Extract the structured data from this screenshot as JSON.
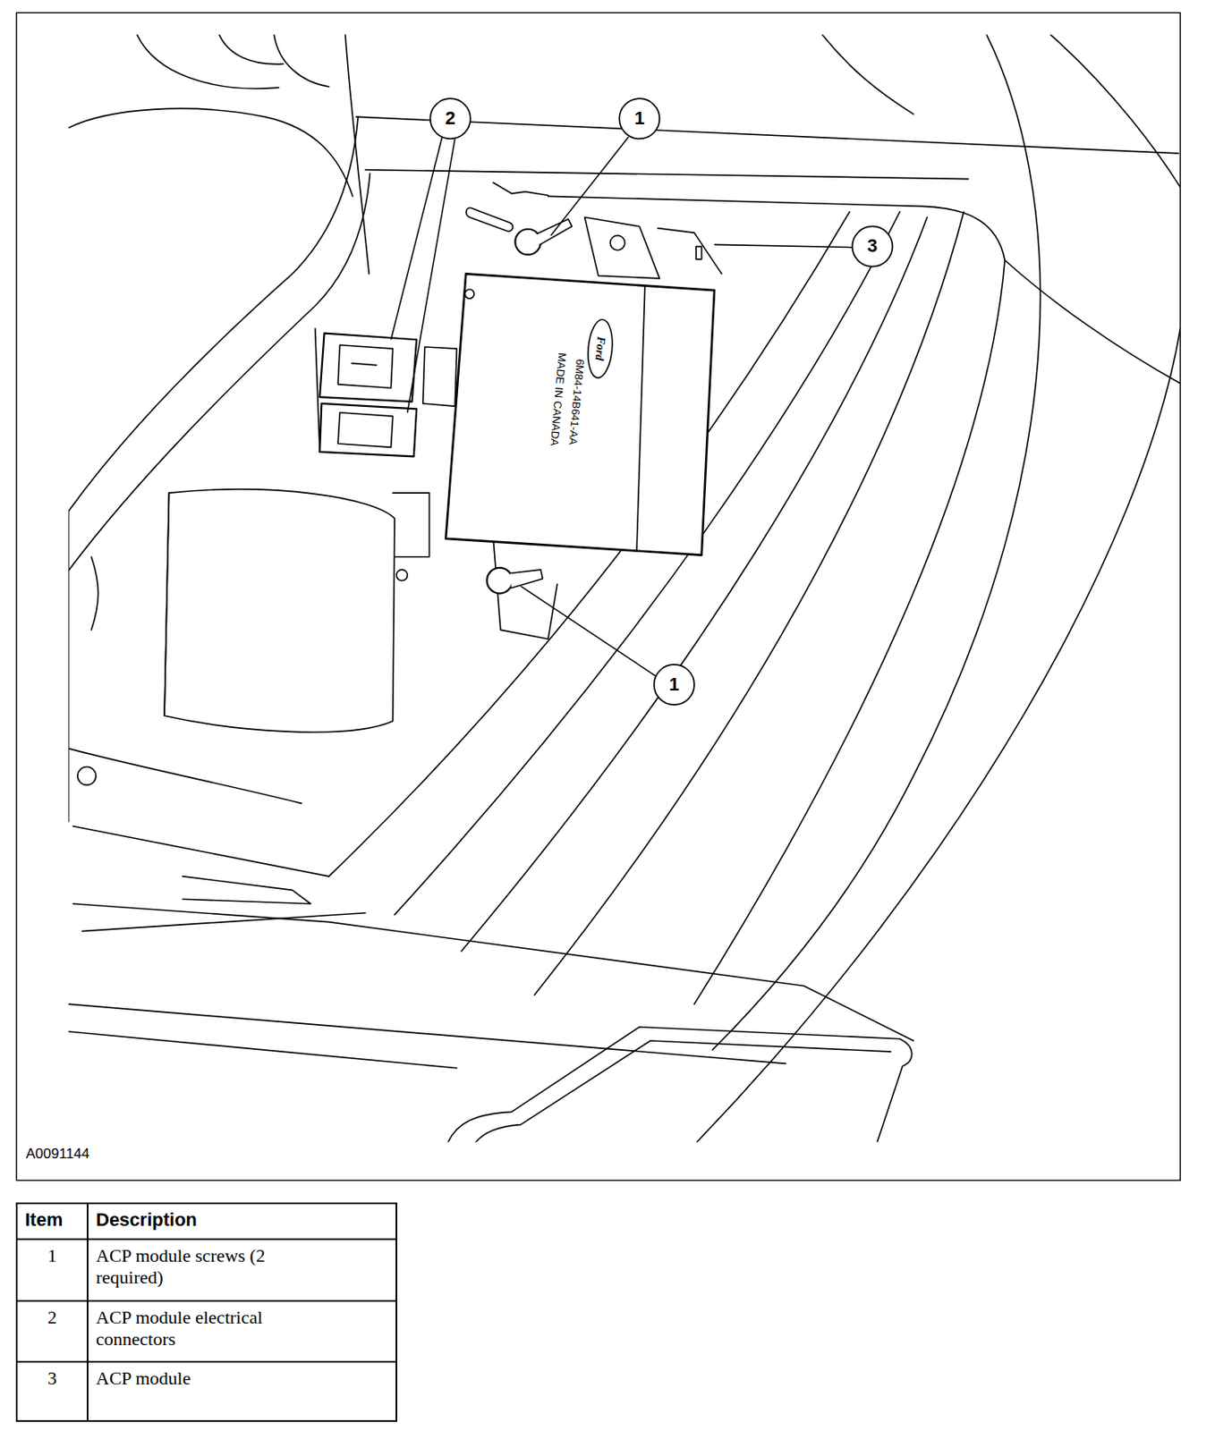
{
  "diagram": {
    "labels": [
      "2",
      "1",
      "3",
      "1",
      "Ford",
      "6M84-14B641-AA",
      "MADE IN CANADA",
      "A0091144",
      "Item",
      "Description",
      "1",
      "ACP module screws (2 required)",
      "2",
      "ACP module electrical connectors",
      "3",
      "ACP module"
    ]
  }
}
